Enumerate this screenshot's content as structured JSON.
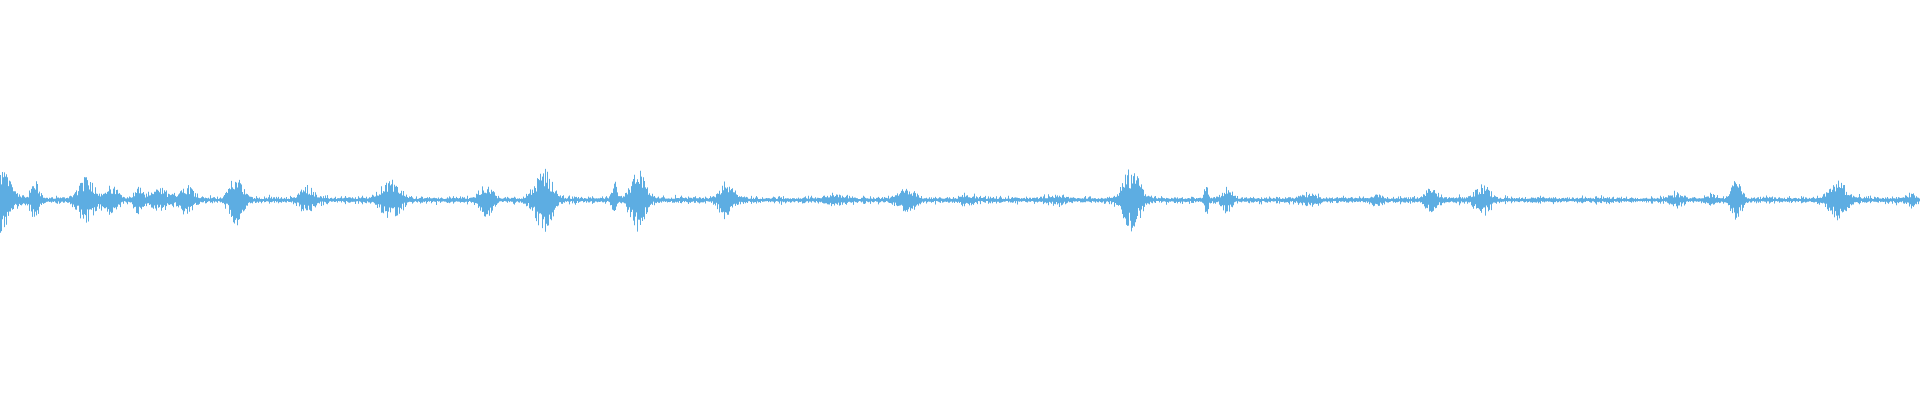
{
  "waveform": {
    "color": "#5dade2",
    "background": "#ffffff",
    "baseline_amplitude": 0.005,
    "noise_amplitude": 0.01,
    "bursts": [
      {
        "t": 0.0,
        "width": 0.01,
        "amp": 0.075
      },
      {
        "t": 0.018,
        "width": 0.004,
        "amp": 0.045
      },
      {
        "t": 0.045,
        "width": 0.008,
        "amp": 0.055
      },
      {
        "t": 0.058,
        "width": 0.006,
        "amp": 0.03
      },
      {
        "t": 0.072,
        "width": 0.004,
        "amp": 0.03
      },
      {
        "t": 0.083,
        "width": 0.007,
        "amp": 0.025
      },
      {
        "t": 0.097,
        "width": 0.007,
        "amp": 0.035
      },
      {
        "t": 0.123,
        "width": 0.006,
        "amp": 0.06
      },
      {
        "t": 0.16,
        "width": 0.007,
        "amp": 0.03
      },
      {
        "t": 0.203,
        "width": 0.009,
        "amp": 0.045
      },
      {
        "t": 0.253,
        "width": 0.006,
        "amp": 0.04
      },
      {
        "t": 0.283,
        "width": 0.008,
        "amp": 0.075
      },
      {
        "t": 0.32,
        "width": 0.002,
        "amp": 0.04
      },
      {
        "t": 0.332,
        "width": 0.007,
        "amp": 0.07
      },
      {
        "t": 0.378,
        "width": 0.007,
        "amp": 0.04
      },
      {
        "t": 0.435,
        "width": 0.008,
        "amp": 0.01
      },
      {
        "t": 0.472,
        "width": 0.008,
        "amp": 0.025
      },
      {
        "t": 0.503,
        "width": 0.006,
        "amp": 0.01
      },
      {
        "t": 0.551,
        "width": 0.008,
        "amp": 0.008
      },
      {
        "t": 0.589,
        "width": 0.008,
        "amp": 0.075
      },
      {
        "t": 0.628,
        "width": 0.002,
        "amp": 0.035
      },
      {
        "t": 0.639,
        "width": 0.004,
        "amp": 0.03
      },
      {
        "t": 0.681,
        "width": 0.008,
        "amp": 0.01
      },
      {
        "t": 0.717,
        "width": 0.005,
        "amp": 0.012
      },
      {
        "t": 0.745,
        "width": 0.006,
        "amp": 0.025
      },
      {
        "t": 0.772,
        "width": 0.007,
        "amp": 0.035
      },
      {
        "t": 0.873,
        "width": 0.006,
        "amp": 0.012
      },
      {
        "t": 0.891,
        "width": 0.005,
        "amp": 0.01
      },
      {
        "t": 0.904,
        "width": 0.005,
        "amp": 0.045
      },
      {
        "t": 0.957,
        "width": 0.008,
        "amp": 0.045
      },
      {
        "t": 0.995,
        "width": 0.004,
        "amp": 0.012
      }
    ]
  }
}
